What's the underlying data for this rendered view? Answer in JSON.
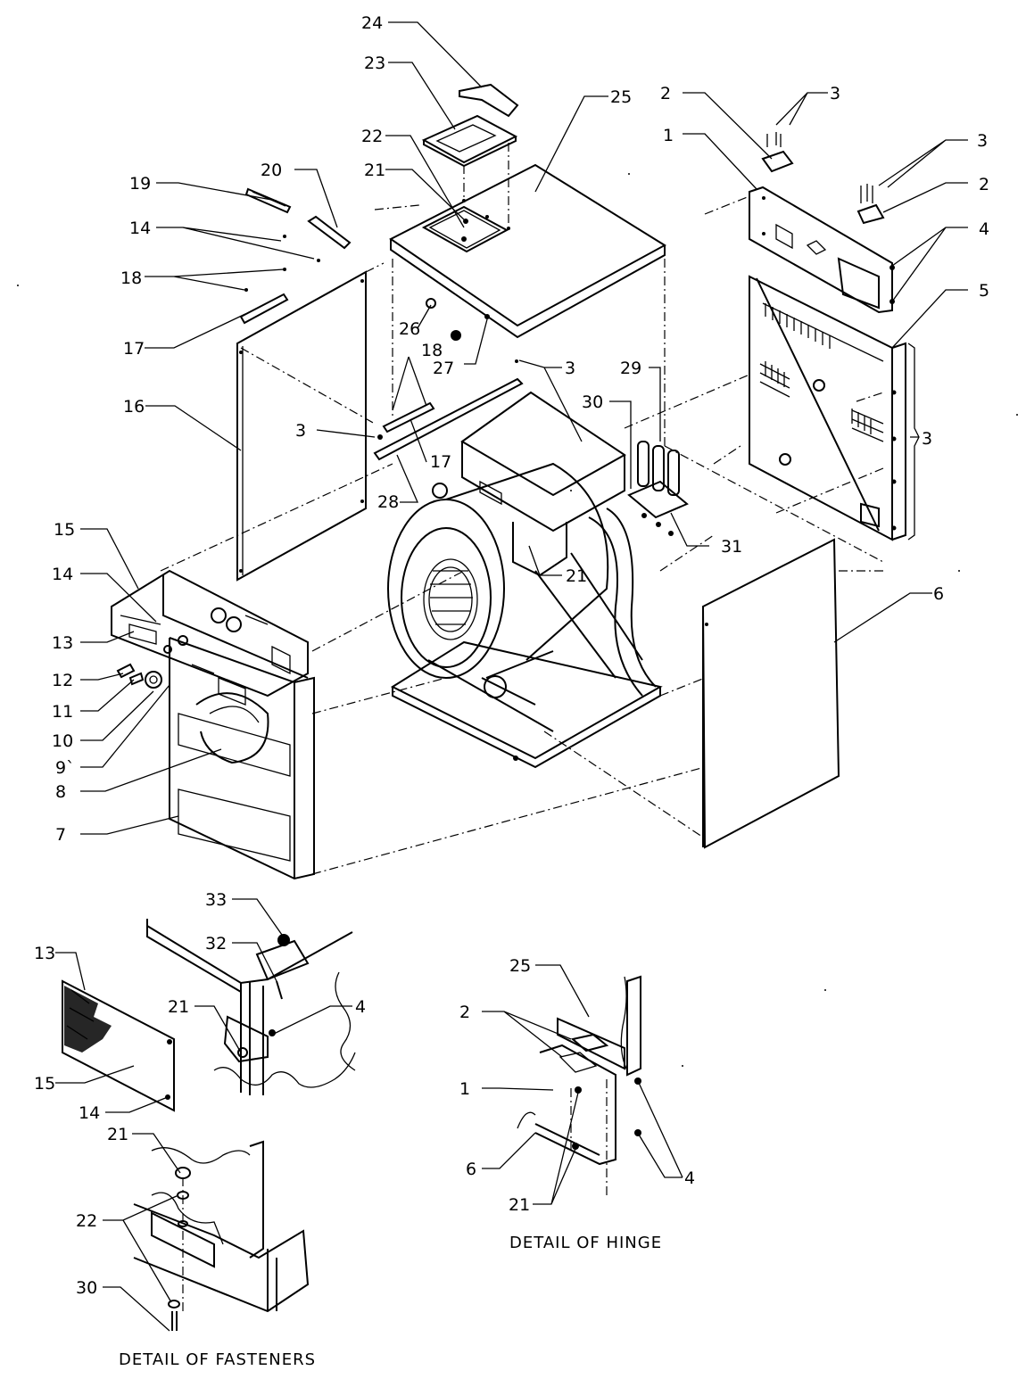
{
  "callouts": [
    {
      "id": "c24",
      "text": "24"
    },
    {
      "id": "c23",
      "text": "23"
    },
    {
      "id": "c25",
      "text": "25"
    },
    {
      "id": "c2a",
      "text": "2"
    },
    {
      "id": "c3a",
      "text": "3"
    },
    {
      "id": "c1a",
      "text": "1"
    },
    {
      "id": "c3b",
      "text": "3"
    },
    {
      "id": "c2b",
      "text": "2"
    },
    {
      "id": "c22",
      "text": "22"
    },
    {
      "id": "c21",
      "text": "21"
    },
    {
      "id": "c20",
      "text": "20"
    },
    {
      "id": "c19",
      "text": "19"
    },
    {
      "id": "c14",
      "text": "14"
    },
    {
      "id": "c4a",
      "text": "4"
    },
    {
      "id": "c5",
      "text": "5"
    },
    {
      "id": "c18",
      "text": "18"
    },
    {
      "id": "c17",
      "text": "17"
    },
    {
      "id": "c26",
      "text": "26"
    },
    {
      "id": "c18b",
      "text": "18"
    },
    {
      "id": "c27",
      "text": "27"
    },
    {
      "id": "c3c",
      "text": "3"
    },
    {
      "id": "c29",
      "text": "29"
    },
    {
      "id": "c16",
      "text": "16"
    },
    {
      "id": "c30",
      "text": "30"
    },
    {
      "id": "c3d",
      "text": "3"
    },
    {
      "id": "c3e",
      "text": "3"
    },
    {
      "id": "c17b",
      "text": "17"
    },
    {
      "id": "c28",
      "text": "28"
    },
    {
      "id": "c31",
      "text": "31"
    },
    {
      "id": "c15",
      "text": "15"
    },
    {
      "id": "c21b",
      "text": "21"
    },
    {
      "id": "c6",
      "text": "6"
    },
    {
      "id": "c14b",
      "text": "14"
    },
    {
      "id": "c13",
      "text": "13"
    },
    {
      "id": "c12",
      "text": "12"
    },
    {
      "id": "c11",
      "text": "11"
    },
    {
      "id": "c10",
      "text": "10"
    },
    {
      "id": "c9",
      "text": "9`"
    },
    {
      "id": "c8",
      "text": "8"
    },
    {
      "id": "c7",
      "text": "7"
    },
    {
      "id": "f33",
      "text": "33"
    },
    {
      "id": "f32",
      "text": "32"
    },
    {
      "id": "f13",
      "text": "13"
    },
    {
      "id": "f21",
      "text": "21"
    },
    {
      "id": "f4",
      "text": "4"
    },
    {
      "id": "f15",
      "text": "15"
    },
    {
      "id": "f14",
      "text": "14"
    },
    {
      "id": "f21b",
      "text": "21"
    },
    {
      "id": "f22",
      "text": "22"
    },
    {
      "id": "f30",
      "text": "30"
    },
    {
      "id": "h25",
      "text": "25"
    },
    {
      "id": "h2",
      "text": "2"
    },
    {
      "id": "h1",
      "text": "1"
    },
    {
      "id": "h6",
      "text": "6"
    },
    {
      "id": "h21",
      "text": "21"
    },
    {
      "id": "h4",
      "text": "4"
    }
  ],
  "captions": {
    "fasteners": "DETAIL OF FASTENERS",
    "hinge": "DETAIL OF HINGE"
  }
}
